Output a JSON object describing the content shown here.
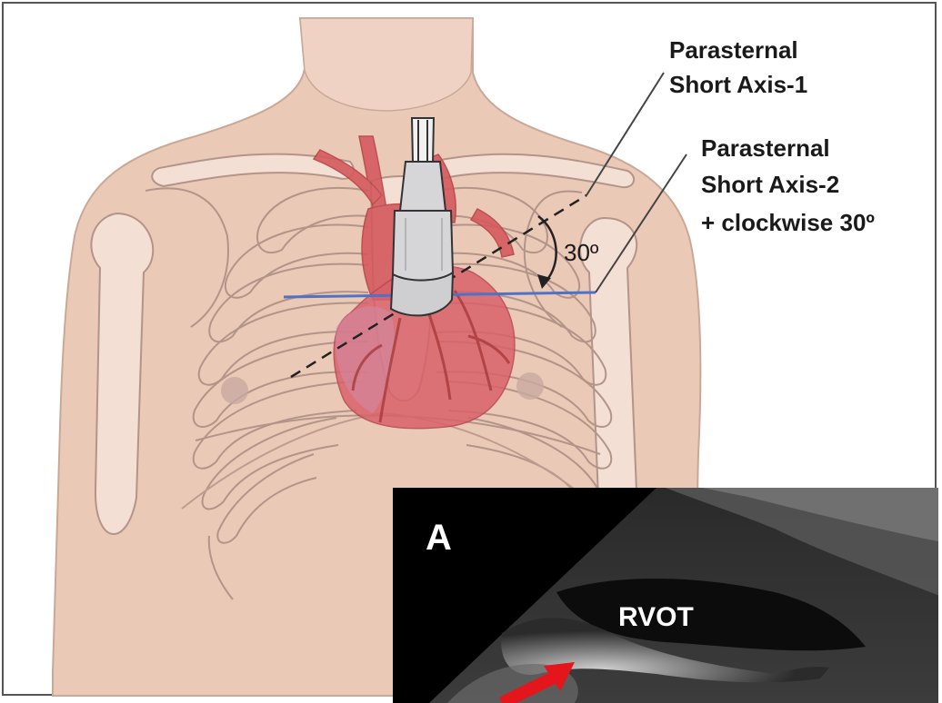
{
  "labels": {
    "psax1_line1": "Parasternal",
    "psax1_line2": "Short Axis-1",
    "psax2_line1": "Parasternal",
    "psax2_line2": "Short Axis-2",
    "psax2_line3": "+ clockwise 30º",
    "angle": "30º"
  },
  "echo_panel": {
    "panel_letter": "A",
    "structure_label": "RVOT"
  },
  "colors": {
    "skin": "#ebc9b7",
    "skin_edge": "#c9a898",
    "rib_fill": "#f3dfd3",
    "rib_line": "#b39488",
    "heart": "#d9616a",
    "vessel": "#c94a4a",
    "probe": "#d6d6d8",
    "blue_line": "#4d72c9",
    "arrow": "#e4161b"
  },
  "icons": {
    "probe": "ultrasound-probe-icon",
    "rotation_arrow": "curved-arrow-icon",
    "pointer_arrow": "red-arrow-icon"
  }
}
